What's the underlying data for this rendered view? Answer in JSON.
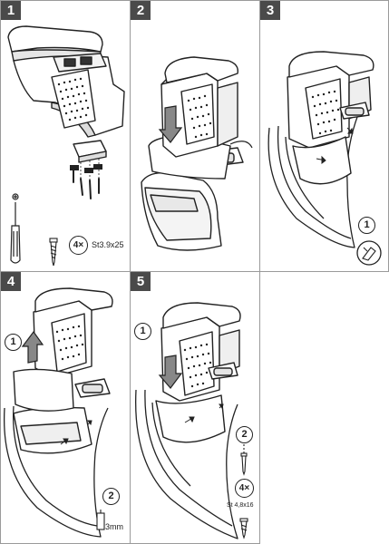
{
  "steps": [
    {
      "number": "1",
      "qty": "4×",
      "screw_spec": "St3.9x25"
    },
    {
      "number": "2"
    },
    {
      "number": "3",
      "callout": "1"
    },
    {
      "number": "4",
      "callout_1": "1",
      "callout_2": "2",
      "drill": "3mm"
    },
    {
      "number": "5",
      "callout_1": "1",
      "callout_2": "2",
      "qty": "4×",
      "screw_spec": "St 4,8x16"
    }
  ],
  "colors": {
    "badge": "#4a4a4a",
    "line": "#222222",
    "border": "#9a9a9a"
  }
}
